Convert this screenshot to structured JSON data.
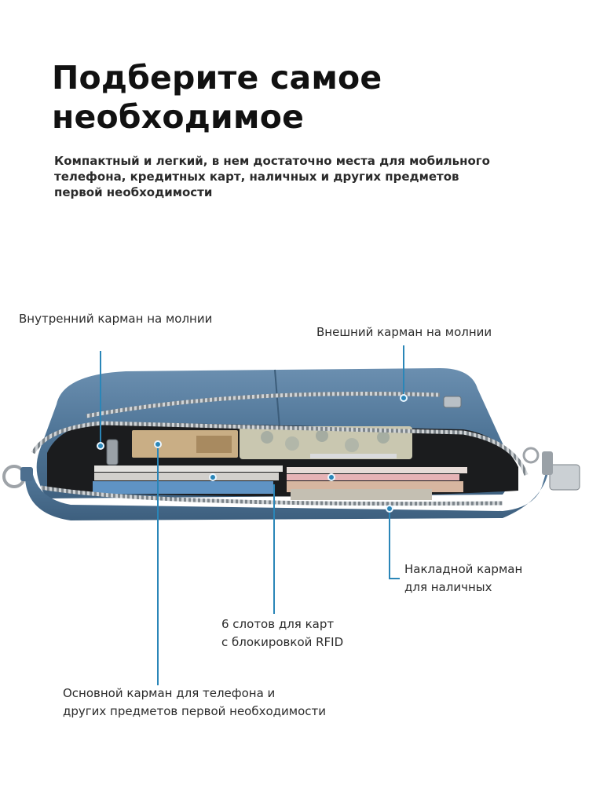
{
  "headline": {
    "line1": "Подберите самое",
    "line2": "необходимое"
  },
  "subtitle": {
    "line1": "Компактный и легкий, в нем достаточно места для мобильного",
    "line2": "телефона, кредитных карт, наличных и других предметов",
    "line3": "первой необходимости"
  },
  "callouts": {
    "inner_zip": "Внутренний карман на молнии",
    "outer_zip": "Внешний карман на молнии",
    "cash": {
      "line1": "Накладной карман",
      "line2": "для наличных"
    },
    "cards": {
      "line1": "6 слотов для карт",
      "line2": "с блокировкой RFID"
    },
    "main": {
      "line1": "Основной карман для телефона и",
      "line2": "других предметов первой необходимости"
    }
  },
  "colors": {
    "accent": "#2a86b8",
    "bag_leather": "#4f7597",
    "bag_interior": "#1b1c1e"
  },
  "image": {
    "subject": "blue-leather-crossbody-wallet-bag-photo"
  }
}
